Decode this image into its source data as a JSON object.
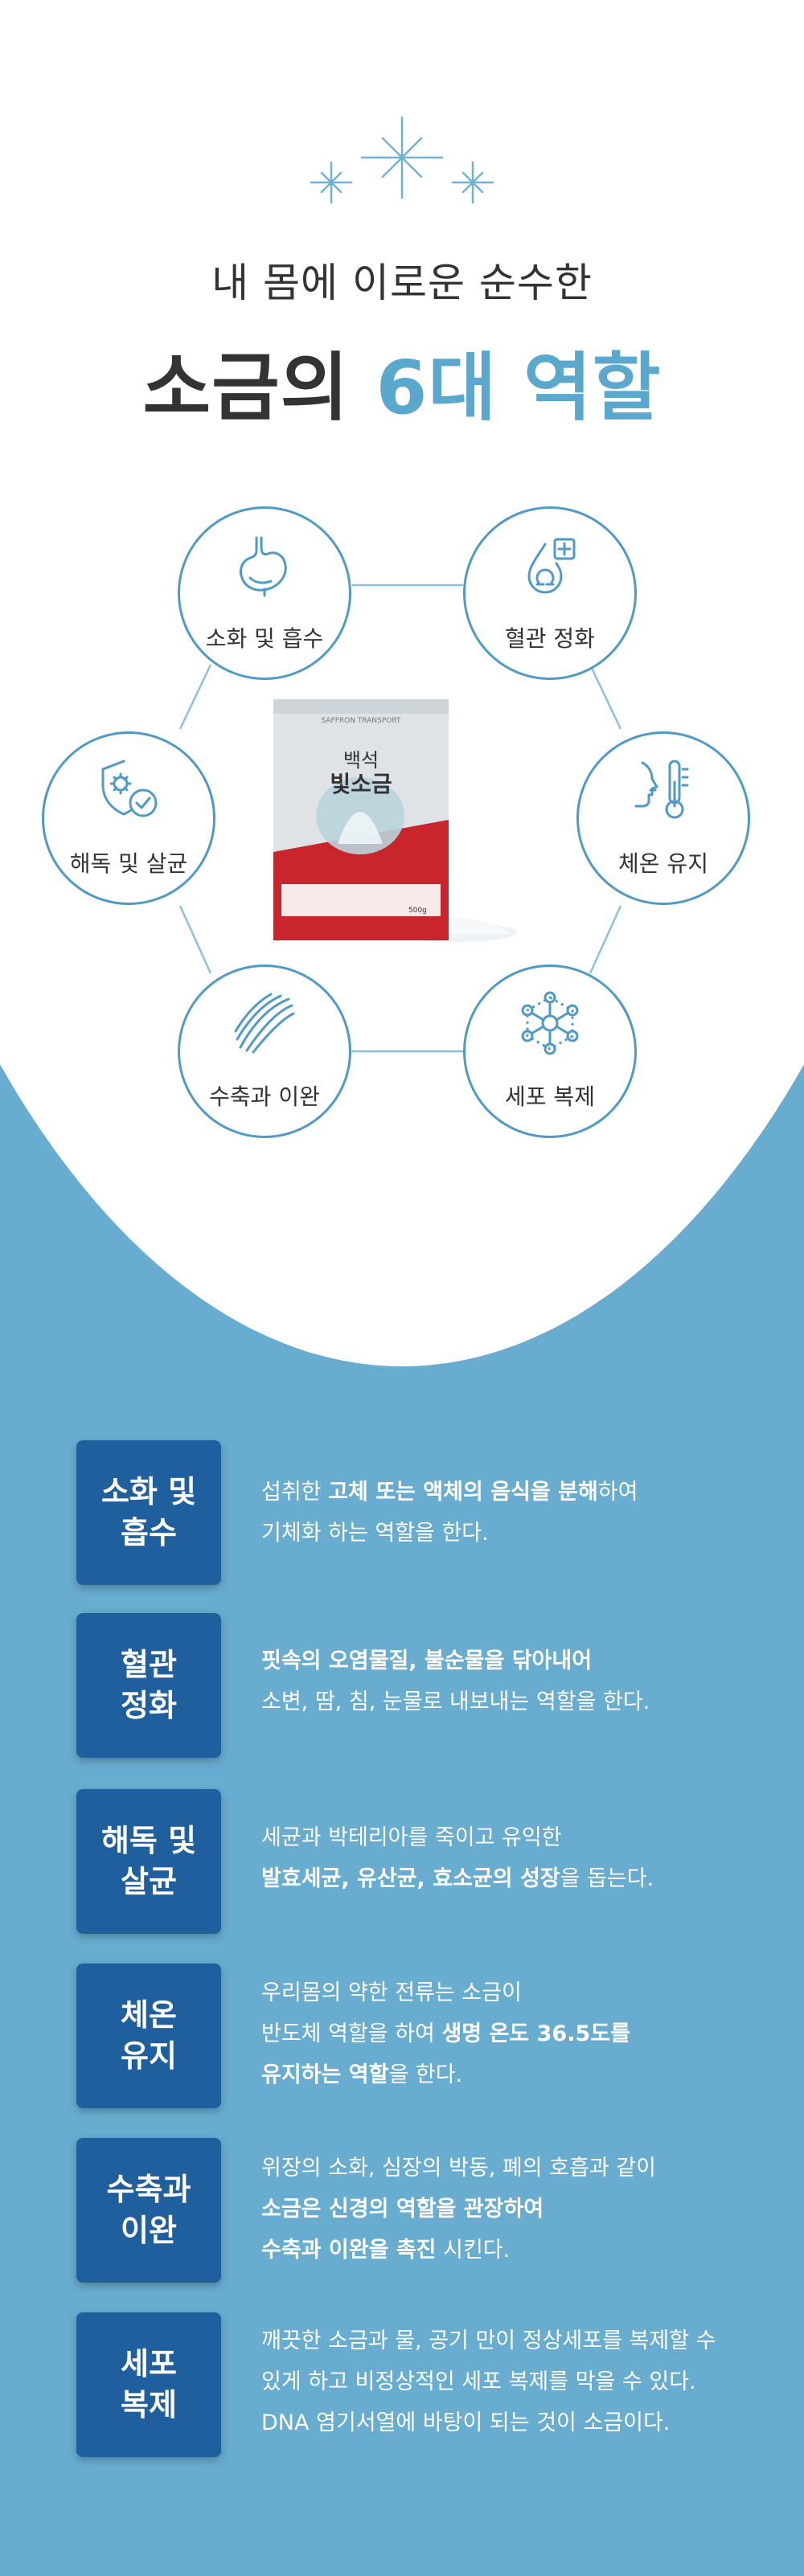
{
  "header": {
    "subtitle": "내 몸에 이로운 순수한",
    "title_main": "소금의 ",
    "title_accent": "6대 역할"
  },
  "colors": {
    "accent": "#5ba8cf",
    "background_blue": "#68acd0",
    "card_blue": "#1f5f9e"
  },
  "product": {
    "brand": "SAFFRON TRANSPORT",
    "name_line1": "백석",
    "name_line2": "빛소금",
    "weight": "500g"
  },
  "hexagon": [
    {
      "label": "소화 및 흡수",
      "icon": "stomach-icon"
    },
    {
      "label": "혈관 정화",
      "icon": "blood-drop-plus-icon"
    },
    {
      "label": "체온 유지",
      "icon": "thermometer-face-icon"
    },
    {
      "label": "세포 복제",
      "icon": "cell-network-icon"
    },
    {
      "label": "수축과 이완",
      "icon": "muscle-icon"
    },
    {
      "label": "해독 및 살균",
      "icon": "shield-bacteria-check-icon"
    }
  ],
  "roles": [
    {
      "title_l1": "소화 및",
      "title_l2": "흡수",
      "lines": [
        [
          {
            "t": "섭취한 "
          },
          {
            "t": "고체 또는 액체의 음식을 분해",
            "b": true
          },
          {
            "t": "하여"
          }
        ],
        [
          {
            "t": "기체화 하는 역할을 한다."
          }
        ]
      ]
    },
    {
      "title_l1": "혈관",
      "title_l2": "정화",
      "lines": [
        [
          {
            "t": "핏속의 오염물질, 불순물을 닦아내어",
            "b": true
          }
        ],
        [
          {
            "t": "소변, 땀, 침, 눈물로 내보내는 역할을 한다."
          }
        ]
      ]
    },
    {
      "title_l1": "해독 및",
      "title_l2": "살균",
      "lines": [
        [
          {
            "t": "세균과 박테리아를 죽이고 유익한"
          }
        ],
        [
          {
            "t": "발효세균, 유산균, 효소균의 성장",
            "b": true
          },
          {
            "t": "을 돕는다."
          }
        ]
      ]
    },
    {
      "title_l1": "체온",
      "title_l2": "유지",
      "lines": [
        [
          {
            "t": "우리몸의 약한 전류는 소금이"
          }
        ],
        [
          {
            "t": "반도체 역할을 하여 "
          },
          {
            "t": "생명 온도 36.5도를",
            "b": true
          }
        ],
        [
          {
            "t": "유지하는 역할",
            "b": true
          },
          {
            "t": "을 한다."
          }
        ]
      ]
    },
    {
      "title_l1": "수축과",
      "title_l2": "이완",
      "lines": [
        [
          {
            "t": "위장의 소화, 심장의 박동, 폐의 호흡과 같이"
          }
        ],
        [
          {
            "t": "소금은 신경의 역할을 관장하여",
            "b": true
          }
        ],
        [
          {
            "t": "수축과 이완을 촉진",
            "b": true
          },
          {
            "t": " 시킨다."
          }
        ]
      ]
    },
    {
      "title_l1": "세포",
      "title_l2": "복제",
      "lines": [
        [
          {
            "t": "깨끗한 소금과 물, 공기 만이 정상세포를 복제할 수"
          }
        ],
        [
          {
            "t": "있게 하고 비정상적인 세포 복제를 막을 수 있다."
          }
        ],
        [
          {
            "t": "DNA 염기서열에 바탕이 되는 것이 소금이다."
          }
        ]
      ]
    }
  ]
}
